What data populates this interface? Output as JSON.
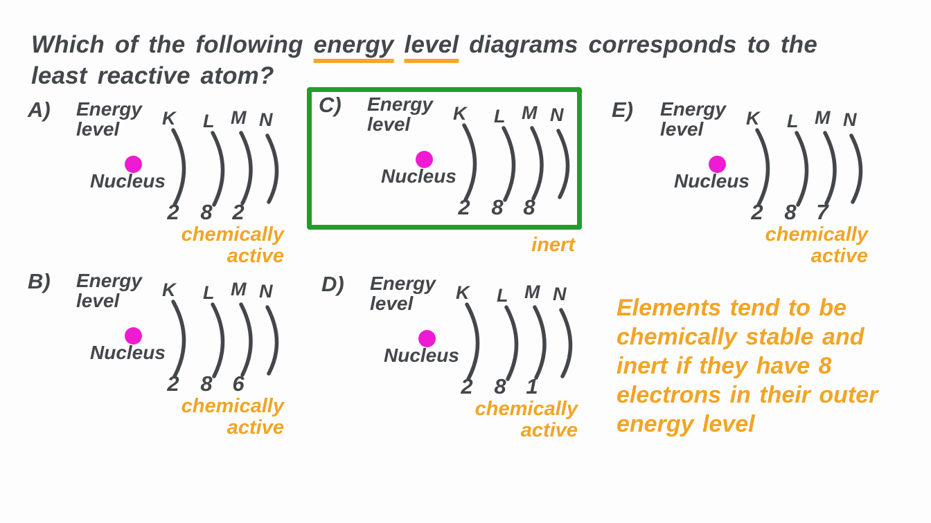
{
  "question": {
    "part1": "Which of the following ",
    "underlined1": "energy",
    "underlined2": "level",
    "part2": " diagrams corresponds to the",
    "line2": "least reactive atom?"
  },
  "shared": {
    "energy_level_label": "Energy\nlevel",
    "nucleus_label": "Nucleus",
    "shells": [
      "K",
      "L",
      "M",
      "N"
    ]
  },
  "diagrams": [
    {
      "id": "A",
      "label": "A)",
      "electrons": [
        "2",
        "8",
        "2"
      ],
      "status": "chemically\nactive"
    },
    {
      "id": "B",
      "label": "B)",
      "electrons": [
        "2",
        "8",
        "6"
      ],
      "status": "chemically\nactive"
    },
    {
      "id": "C",
      "label": "C)",
      "electrons": [
        "2",
        "8",
        "8"
      ],
      "status": "inert",
      "highlighted": true
    },
    {
      "id": "D",
      "label": "D)",
      "electrons": [
        "2",
        "8",
        "1"
      ],
      "status": "chemically\nactive"
    },
    {
      "id": "E",
      "label": "E)",
      "electrons": [
        "2",
        "8",
        "7"
      ],
      "status": "chemically\nactive"
    }
  ],
  "highlighted_option": "C",
  "note": "Elements tend to be\nchemically stable and\ninert if they have 8\nelectrons in their outer\nenergy level",
  "colors": {
    "ink": "#43464a",
    "accent_orange": "#f2a424",
    "underline_orange": "#f5a623",
    "nucleus_magenta": "#ee1bd2",
    "highlight_green": "#1f9e2c",
    "background": "#fdfdfd"
  }
}
